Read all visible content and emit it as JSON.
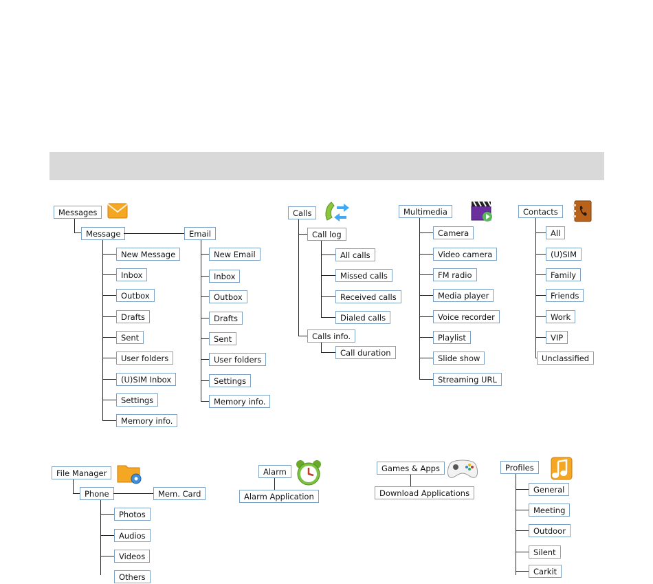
{
  "sections": {
    "messages": {
      "label": "Messages",
      "icon": "envelope-icon",
      "message": {
        "label": "Message",
        "items": [
          "New Message",
          "Inbox",
          "Outbox",
          "Drafts",
          "Sent",
          "User folders",
          "(U)SIM Inbox",
          "Settings",
          "Memory info."
        ]
      },
      "email": {
        "label": "Email",
        "items": [
          "New Email",
          "Inbox",
          "Outbox",
          "Drafts",
          "Sent",
          "User folders",
          "Settings",
          "Memory info."
        ]
      }
    },
    "calls": {
      "label": "Calls",
      "icon": "phone-arrows-icon",
      "call_log": {
        "label": "Call log",
        "items": [
          "All calls",
          "Missed calls",
          "Received calls",
          "Dialed calls"
        ]
      },
      "calls_info": {
        "label": "Calls info.",
        "items": [
          "Call duration"
        ]
      }
    },
    "multimedia": {
      "label": "Multimedia",
      "icon": "clapperboard-icon",
      "items": [
        "Camera",
        "Video camera",
        "FM radio",
        "Media player",
        "Voice recorder",
        "Playlist",
        "Slide show",
        "Streaming URL"
      ]
    },
    "contacts": {
      "label": "Contacts",
      "icon": "address-book-icon",
      "items": [
        "All",
        "(U)SIM",
        "Family",
        "Friends",
        "Work",
        "VIP",
        "Unclassified"
      ]
    },
    "file_manager": {
      "label": "File Manager",
      "icon": "folder-gear-icon",
      "phone": {
        "label": "Phone",
        "items": [
          "Photos",
          "Audios",
          "Videos",
          "Others"
        ]
      },
      "mem_card": {
        "label": "Mem. Card"
      }
    },
    "alarm": {
      "label": "Alarm",
      "icon": "alarm-clock-icon",
      "items": [
        "Alarm Application"
      ]
    },
    "games": {
      "label": "Games & Apps",
      "icon": "gamepad-icon",
      "items": [
        "Download Applications"
      ]
    },
    "profiles": {
      "label": "Profiles",
      "icon": "music-note-icon",
      "items": [
        "General",
        "Meeting",
        "Outdoor",
        "Silent",
        "Carkit"
      ]
    }
  },
  "colors": {
    "box_border": "#7ba0c4",
    "banner": "#d9d9d9",
    "line": "#222222"
  }
}
